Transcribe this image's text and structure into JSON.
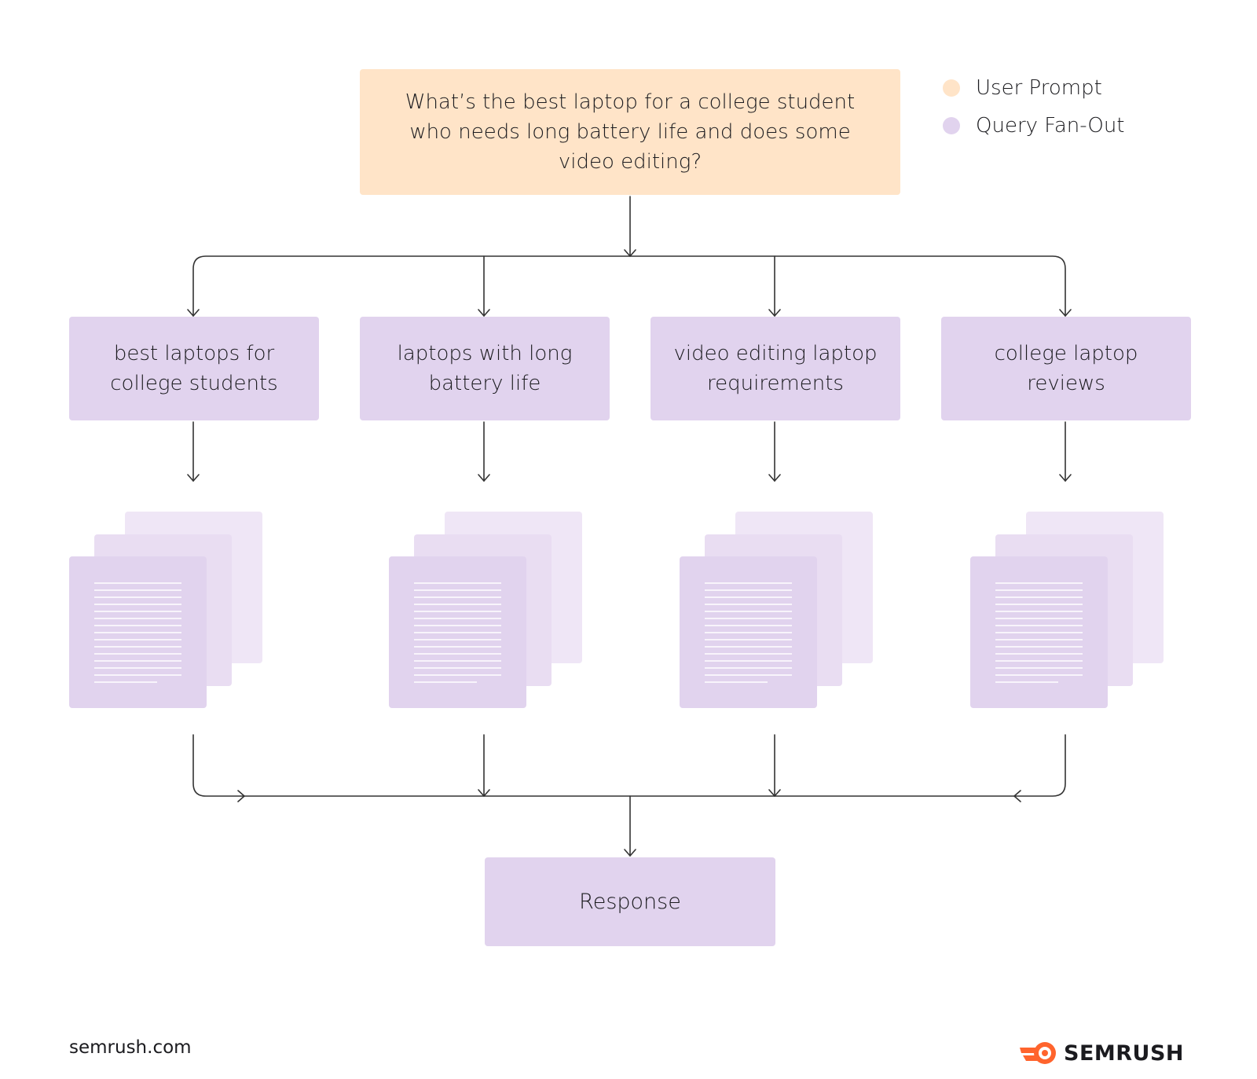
{
  "legend": {
    "items": [
      {
        "label": "User Prompt",
        "color": "#ffe4c8"
      },
      {
        "label": "Query Fan-Out",
        "color": "#e1d3ee"
      }
    ]
  },
  "prompt": {
    "text": "What’s the best laptop for a college student who needs long battery life and does some video editing?"
  },
  "queries": [
    {
      "label": "best laptops for college students"
    },
    {
      "label": "laptops with long battery life"
    },
    {
      "label": "video editing laptop requirements"
    },
    {
      "label": "college laptop reviews"
    }
  ],
  "response": {
    "label": "Response"
  },
  "footer": {
    "site": "semrush.com",
    "brand": "SEMRUSH"
  },
  "colors": {
    "prompt": "#ffe4c8",
    "query": "#e1d3ee",
    "doc_front": "#e1d3ee",
    "doc_back": "#efe6f6",
    "brand_accent": "#ff642d",
    "line": "#333333"
  }
}
